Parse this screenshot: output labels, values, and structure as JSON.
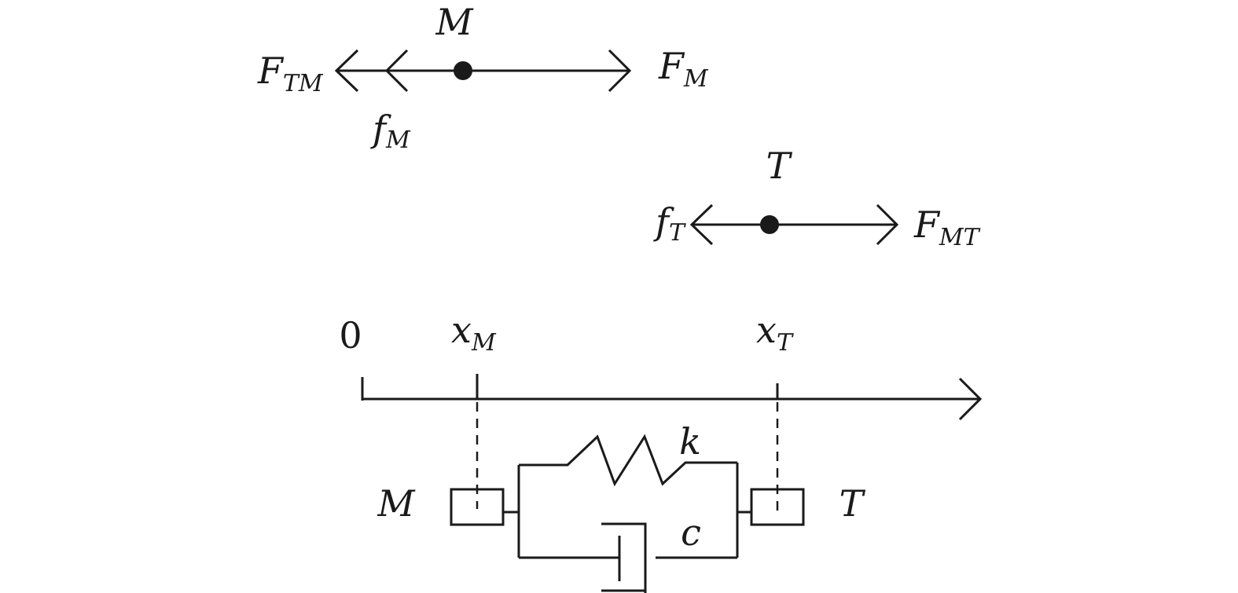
{
  "top_fbd_M": {
    "mass_label": "M",
    "force_left_main": "F",
    "force_left_sub": "TM",
    "friction_main": "f",
    "friction_sub": "M",
    "force_right_main": "F",
    "force_right_sub": "M"
  },
  "mid_fbd_T": {
    "mass_label": "T",
    "friction_main": "f",
    "friction_sub": "T",
    "force_right_main": "F",
    "force_right_sub": "MT"
  },
  "axis": {
    "origin_label": "0",
    "xM_main": "x",
    "xM_sub": "M",
    "xT_main": "x",
    "xT_sub": "T"
  },
  "system": {
    "mass_left_label": "M",
    "mass_right_label": "T",
    "spring_label": "k",
    "damper_label": "c"
  }
}
